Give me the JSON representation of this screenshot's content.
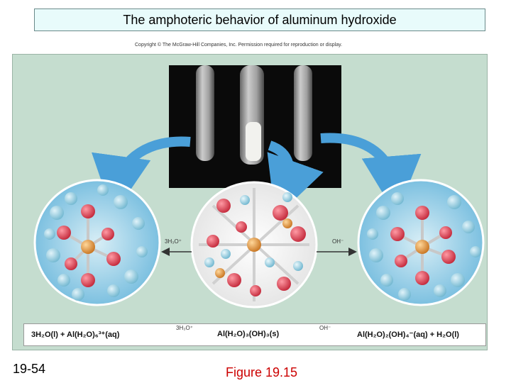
{
  "title": "The amphoteric behavior of aluminum hydroxide",
  "copyright": "Copyright © The McGraw-Hill Companies, Inc. Permission required for reproduction or display.",
  "labels": {
    "left_arrow": "3H₃O⁺",
    "right_arrow": "OH⁻",
    "eq_left_label": "3H₃O⁺",
    "eq_right_label": "OH⁻"
  },
  "equation": {
    "left": "3H₂O(l)  +  Al(H₂O)₆³⁺(aq)",
    "middle": "Al(H₂O)₃(OH)₃(s)",
    "right": "Al(H₂O)₂(OH)₄⁻(aq)  +  H₂O(l)"
  },
  "footer": {
    "slide_number": "19-54",
    "figure": "Figure 19.15"
  },
  "colors": {
    "panel": "#c5ddcf",
    "title_bg": "#e8fbfb",
    "figure_text": "#cc0000",
    "arrow_blue": "#4a9fd8",
    "aluminum": "#e0923a",
    "oxygen": "#d83a4a",
    "hydrogen": "#a9d8e8"
  }
}
